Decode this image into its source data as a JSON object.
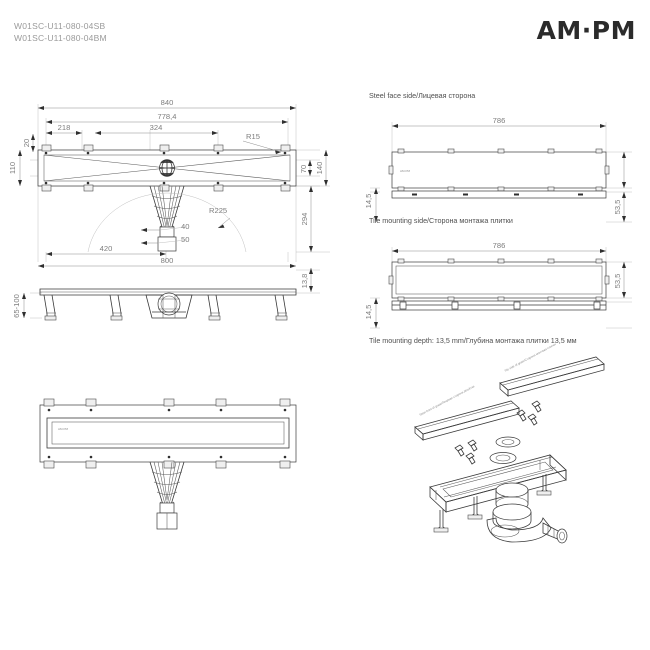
{
  "header": {
    "product_codes": [
      "W01SC-U11-080-04SB",
      "W01SC-U11-080-04BM"
    ],
    "brand_logo": "AM·PM"
  },
  "views": {
    "top_plan": {
      "name": "top-plan-view",
      "dimensions": {
        "overall_length": "840",
        "body_length": "778,4",
        "bracket_offset_1": "218",
        "bracket_spacing": "324",
        "corner_radius": "R15",
        "flange_top": "20",
        "overall_width": "110",
        "channel_width": "70",
        "body_width": "140",
        "trap_depth": "294",
        "trap_radius": "R225",
        "outlet_inner": "40",
        "outlet_outer": "50",
        "outlet_position": "420",
        "mounting_length": "800"
      }
    },
    "side_elevation": {
      "name": "side-elevation-view",
      "dimensions": {
        "grate_thickness": "13,8",
        "leg_height_range": "65-100"
      }
    },
    "steel_face": {
      "name": "steel-face-side-view",
      "title": "Steel face side/Лицевая сторона",
      "dimensions": {
        "grate_length": "786",
        "grate_thickness": "14,5",
        "grate_width": "53,5"
      }
    },
    "tile_mounting": {
      "name": "tile-mounting-side-view",
      "title": "Tile mounting side/Сторона монтажа плитки",
      "dimensions": {
        "grate_length": "786",
        "grate_thickness": "14,5",
        "grate_width": "53,5"
      },
      "footnote": "Tile mounting depth: 13,5 mm/Глубина монтажа плитки 13,5 мм"
    },
    "front_plan": {
      "name": "front-plan-view"
    },
    "exploded": {
      "name": "exploded-assembly-view",
      "labels": {
        "steel_side": "Steel front of grate/Лицевая сторона решётки",
        "tile_side": "Tile side of grate/Сторона монтажа плитки"
      }
    }
  },
  "colors": {
    "line": "#3a3a3a",
    "dimension": "#8d8d8d",
    "text": "#7d7d7d",
    "logo": "#2b2b2b"
  }
}
